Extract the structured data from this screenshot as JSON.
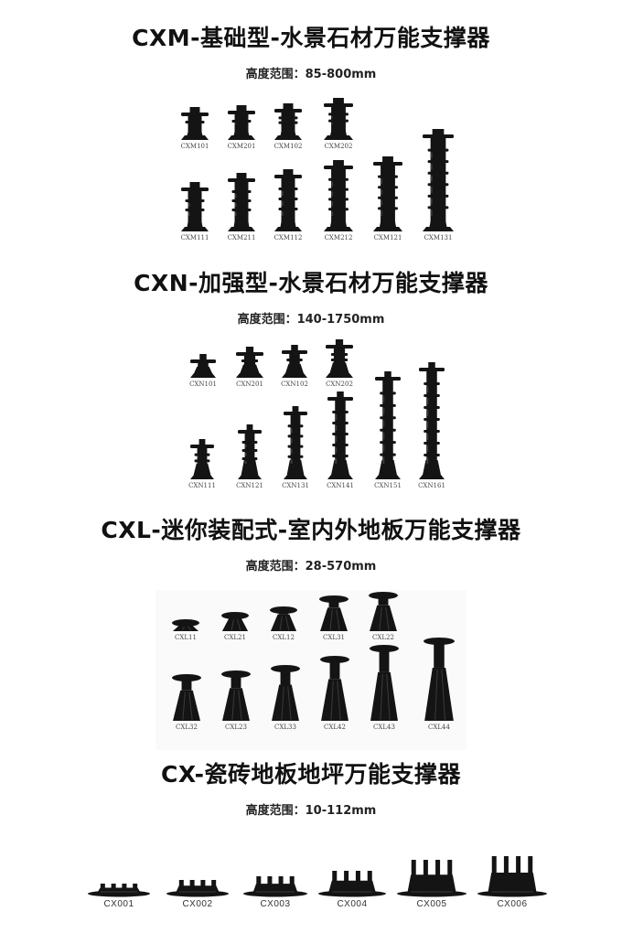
{
  "sections": [
    {
      "title": "CXM-基础型-水景石材万能支撑器",
      "range": "高度范围：85-800mm",
      "items": [
        "CXM101",
        "CXM201",
        "CXM102",
        "CXM202",
        "CXM111",
        "CXM211",
        "CXM112",
        "CXM212",
        "CXM121",
        "CXM131"
      ]
    },
    {
      "title": "CXN-加强型-水景石材万能支撑器",
      "range": "高度范围：140-1750mm",
      "items": [
        "CXN101",
        "CXN201",
        "CXN102",
        "CXN202",
        "CXN111",
        "CXN121",
        "CXN131",
        "CXN141",
        "CXN151",
        "CXN161"
      ]
    },
    {
      "title": "CXL-迷你装配式-室内外地板万能支撑器",
      "range": "高度范围：28-570mm",
      "items": [
        "CXL11",
        "CXL21",
        "CXL12",
        "CXL31",
        "CXL22",
        "CXL32",
        "CXL23",
        "CXL33",
        "CXL42",
        "CXL43",
        "CXL44"
      ]
    },
    {
      "title": "CX-瓷砖地板地坪万能支撑器",
      "range": "高度范围：10-112mm",
      "items": [
        "CX001",
        "CX002",
        "CX003",
        "CX004",
        "CX005",
        "CX006"
      ]
    }
  ],
  "colors": {
    "product": "#141414",
    "highlight": "#3a3a3a",
    "text": "#111111"
  }
}
